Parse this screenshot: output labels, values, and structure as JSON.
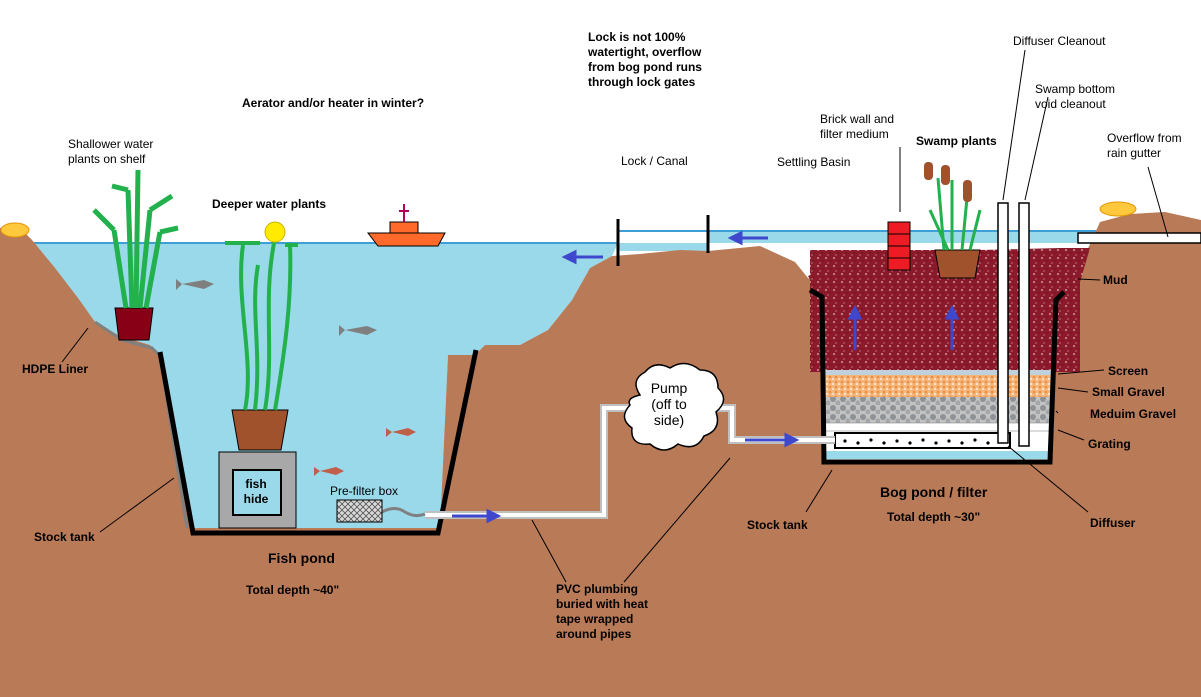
{
  "labels": {
    "lock_note": [
      "Lock is not 100%",
      "watertight, overflow",
      "from bog pond runs",
      "through lock gates"
    ],
    "aerator": "Aerator and/or heater in winter?",
    "shallow_plants": [
      "Shallower water",
      "plants on shelf"
    ],
    "deeper_plants": "Deeper water plants",
    "lock_canal": "Lock / Canal",
    "settling_basin": "Settling Basin",
    "brick_wall": [
      "Brick wall and",
      "filter medium"
    ],
    "swamp_plants": "Swamp plants",
    "diffuser_cleanout": "Diffuser Cleanout",
    "swamp_void": [
      "Swamp bottom",
      "void cleanout"
    ],
    "overflow_gutter": [
      "Overflow from",
      "rain gutter"
    ],
    "mud": "Mud",
    "screen": "Screen",
    "small_gravel": "Small Gravel",
    "medium_gravel": "Meduim Gravel",
    "grating": "Grating",
    "hdpe_liner": "HDPE Liner",
    "stock_tank_left": "Stock tank",
    "stock_tank_right": "Stock tank",
    "fish_hide": [
      "fish",
      "hide"
    ],
    "prefilter_box": "Pre-filter box",
    "fish_pond": "Fish pond",
    "fish_pond_depth": "Total depth ~40\"",
    "pump": [
      "Pump",
      "(off to",
      "side)"
    ],
    "pvc": [
      "PVC plumbing",
      "buried with heat",
      "tape wrapped",
      "around pipes"
    ],
    "bog_pond": "Bog pond / filter",
    "bog_depth": "Total depth ~30\"",
    "diffuser": "Diffuser"
  },
  "colors": {
    "soil": "#b97a57",
    "water": "#99d9ea",
    "water_line": "#3f9ed6",
    "liner": "#808080",
    "tank_wall": "#000000",
    "arrow": "#3f48cc",
    "mud": "#880015",
    "small_gravel": "#f3a25e",
    "medium_gravel": "#8e9196",
    "brick": "#ed1c24",
    "plant": "#22b14c",
    "pot": "#880015",
    "pot_brown": "#a0522d",
    "flower": "#ffea00",
    "fish": "#7f7f7f",
    "goldfish": "#c0604a",
    "boat": "#ff6a2a"
  }
}
